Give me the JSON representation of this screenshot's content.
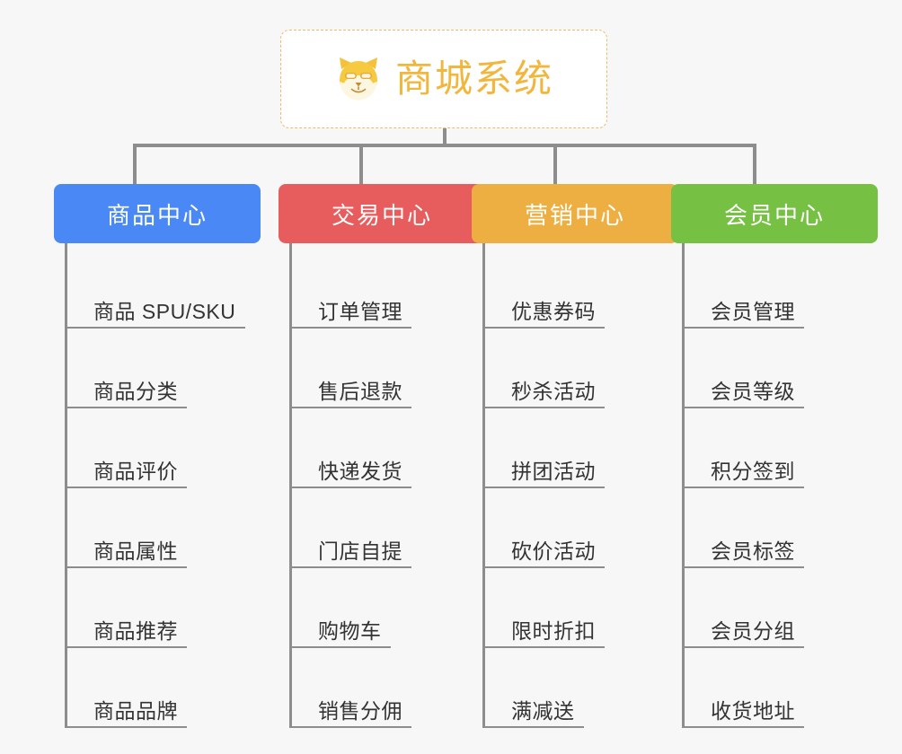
{
  "diagram": {
    "title": "商城系统",
    "root_icon": "shiba-dog-face-icon",
    "background_color": "#f7f7f7",
    "connector_color": "#8d8d8d",
    "root": {
      "label": "商城系统",
      "text_color": "#f2b63c",
      "border_color": "#edb96a",
      "border_style": "dashed",
      "background": "#ffffff"
    },
    "columns": [
      {
        "header": "商品中心",
        "color": "#4a88f5",
        "items": [
          "商品 SPU/SKU",
          "商品分类",
          "商品评价",
          "商品属性",
          "商品推荐",
          "商品品牌"
        ]
      },
      {
        "header": "交易中心",
        "color": "#e75c5c",
        "items": [
          "订单管理",
          "售后退款",
          "快递发货",
          "门店自提",
          "购物车",
          "销售分佣"
        ]
      },
      {
        "header": "营销中心",
        "color": "#edaf41",
        "items": [
          "优惠券码",
          "秒杀活动",
          "拼团活动",
          "砍价活动",
          "限时折扣",
          "满减送"
        ]
      },
      {
        "header": "会员中心",
        "color": "#76c043",
        "items": [
          "会员管理",
          "会员等级",
          "积分签到",
          "会员标签",
          "会员分组",
          "收货地址"
        ]
      }
    ]
  }
}
